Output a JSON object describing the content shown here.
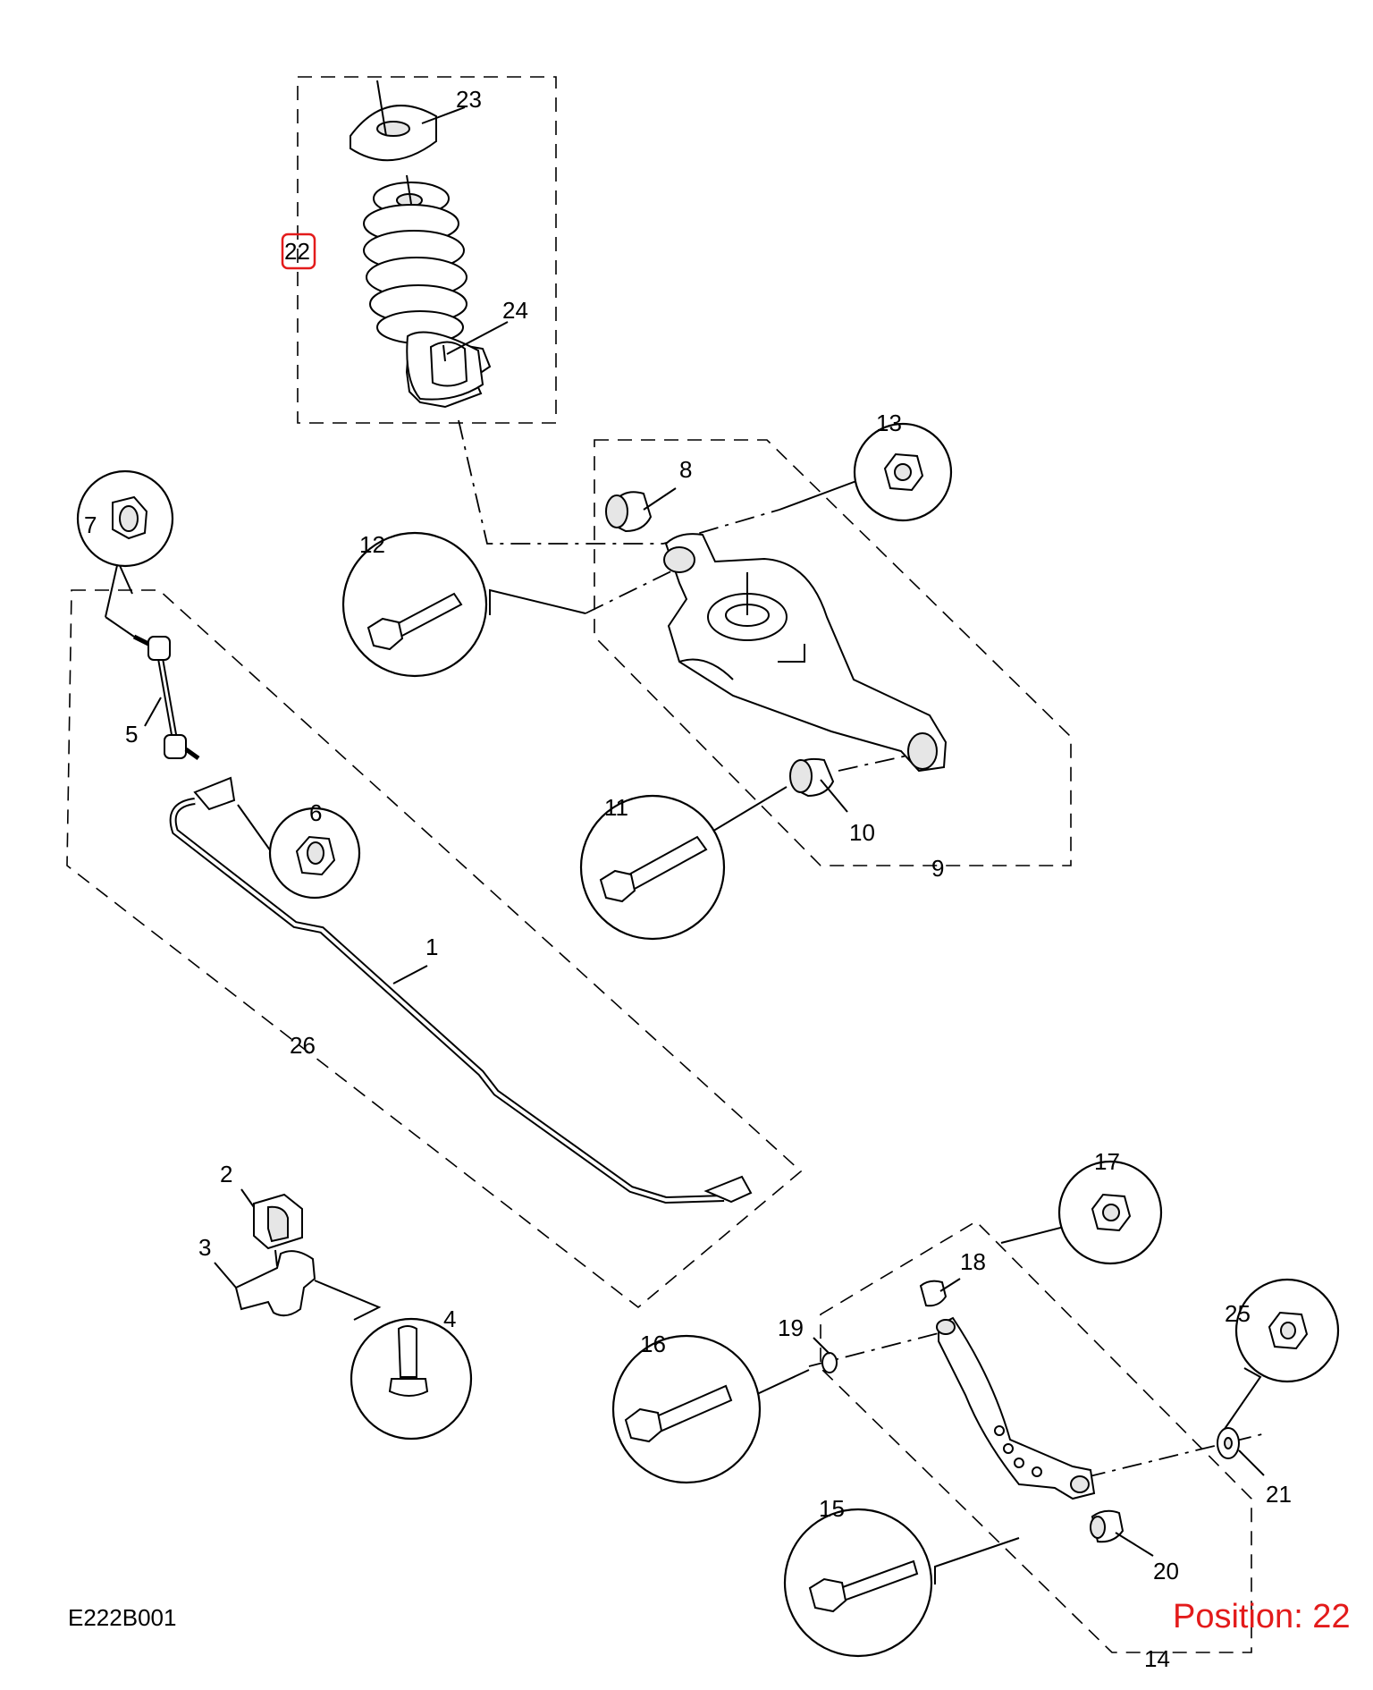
{
  "diagram": {
    "code": "E222B001",
    "position_text": "Position: 22",
    "highlight_color": "#e31b1b",
    "highlighted_label": "22",
    "labels": [
      "1",
      "2",
      "3",
      "4",
      "5",
      "6",
      "7",
      "8",
      "9",
      "10",
      "11",
      "12",
      "13",
      "14",
      "15",
      "16",
      "17",
      "18",
      "19",
      "20",
      "21",
      "22",
      "23",
      "24",
      "25",
      "26"
    ]
  }
}
